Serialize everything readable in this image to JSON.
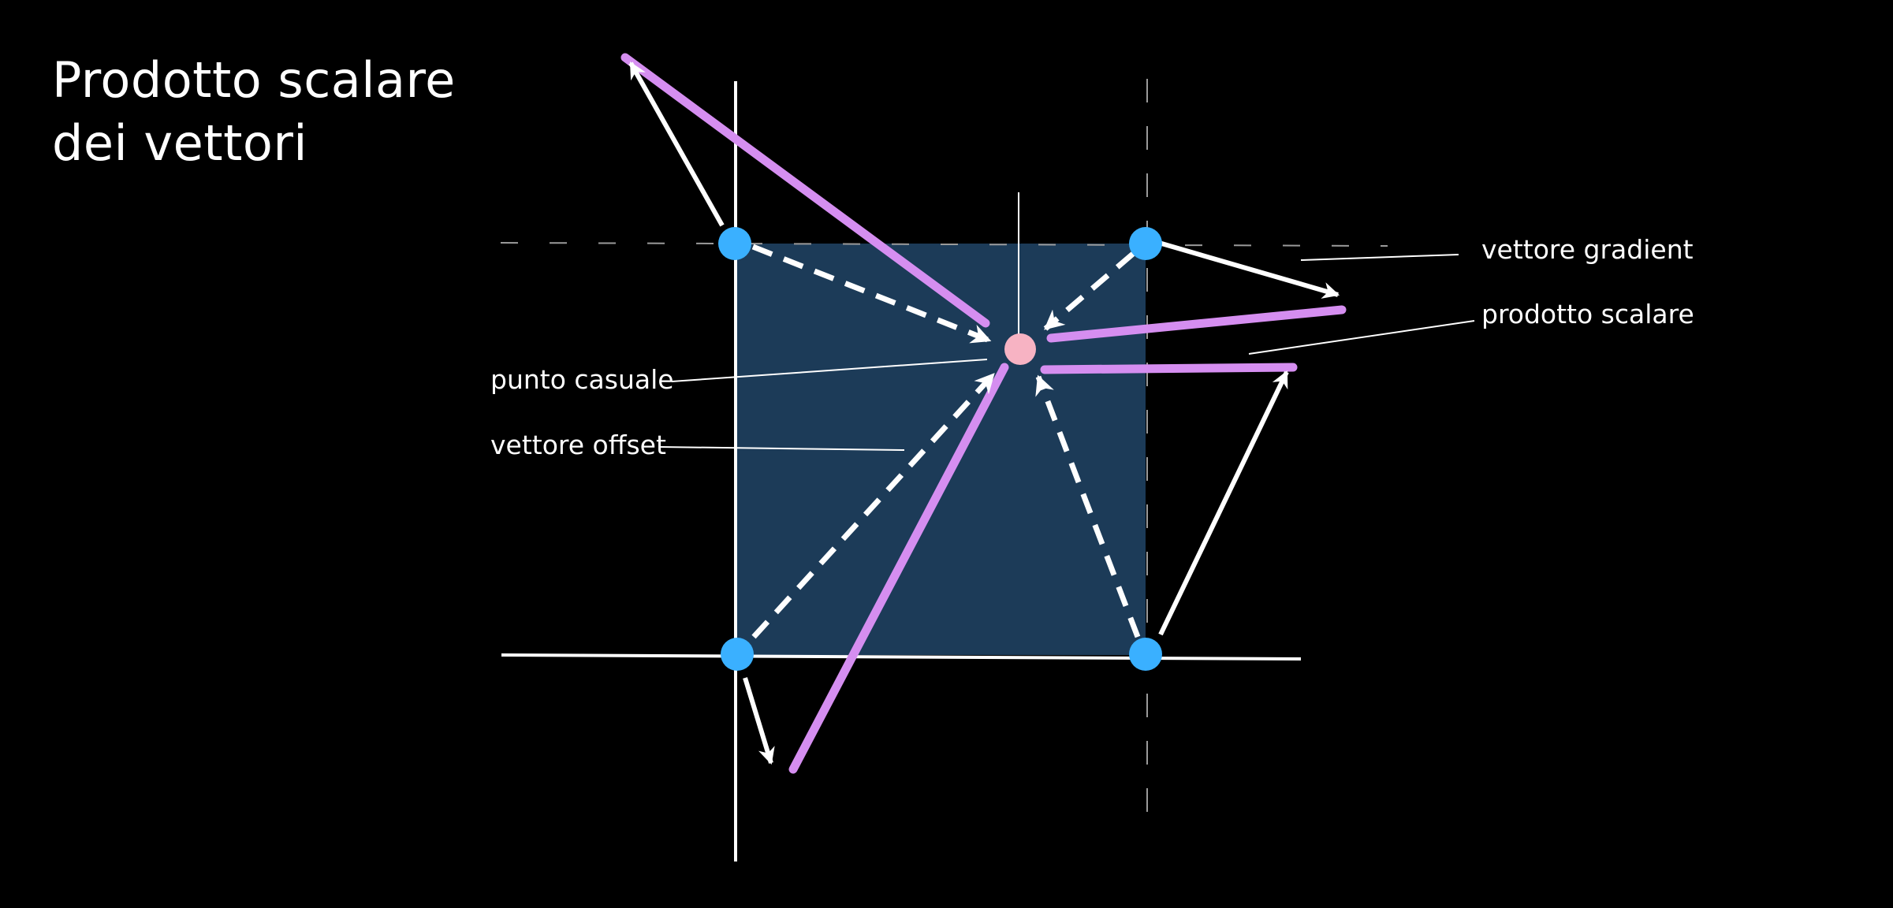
{
  "title": {
    "line1": "Prodotto scalare",
    "line2": "dei vettori"
  },
  "labels": {
    "gradient": "vettore gradient",
    "dot_product": "prodotto scalare",
    "random_point": "punto casuale",
    "offset": "vettore offset"
  },
  "colors": {
    "background": "#000000",
    "cell_fill": "#1c3b58",
    "grid_point": "#3ab0ff",
    "random_point": "#f7b3c3",
    "dot_product_line": "#d58ef0",
    "arrow": "#ffffff"
  }
}
